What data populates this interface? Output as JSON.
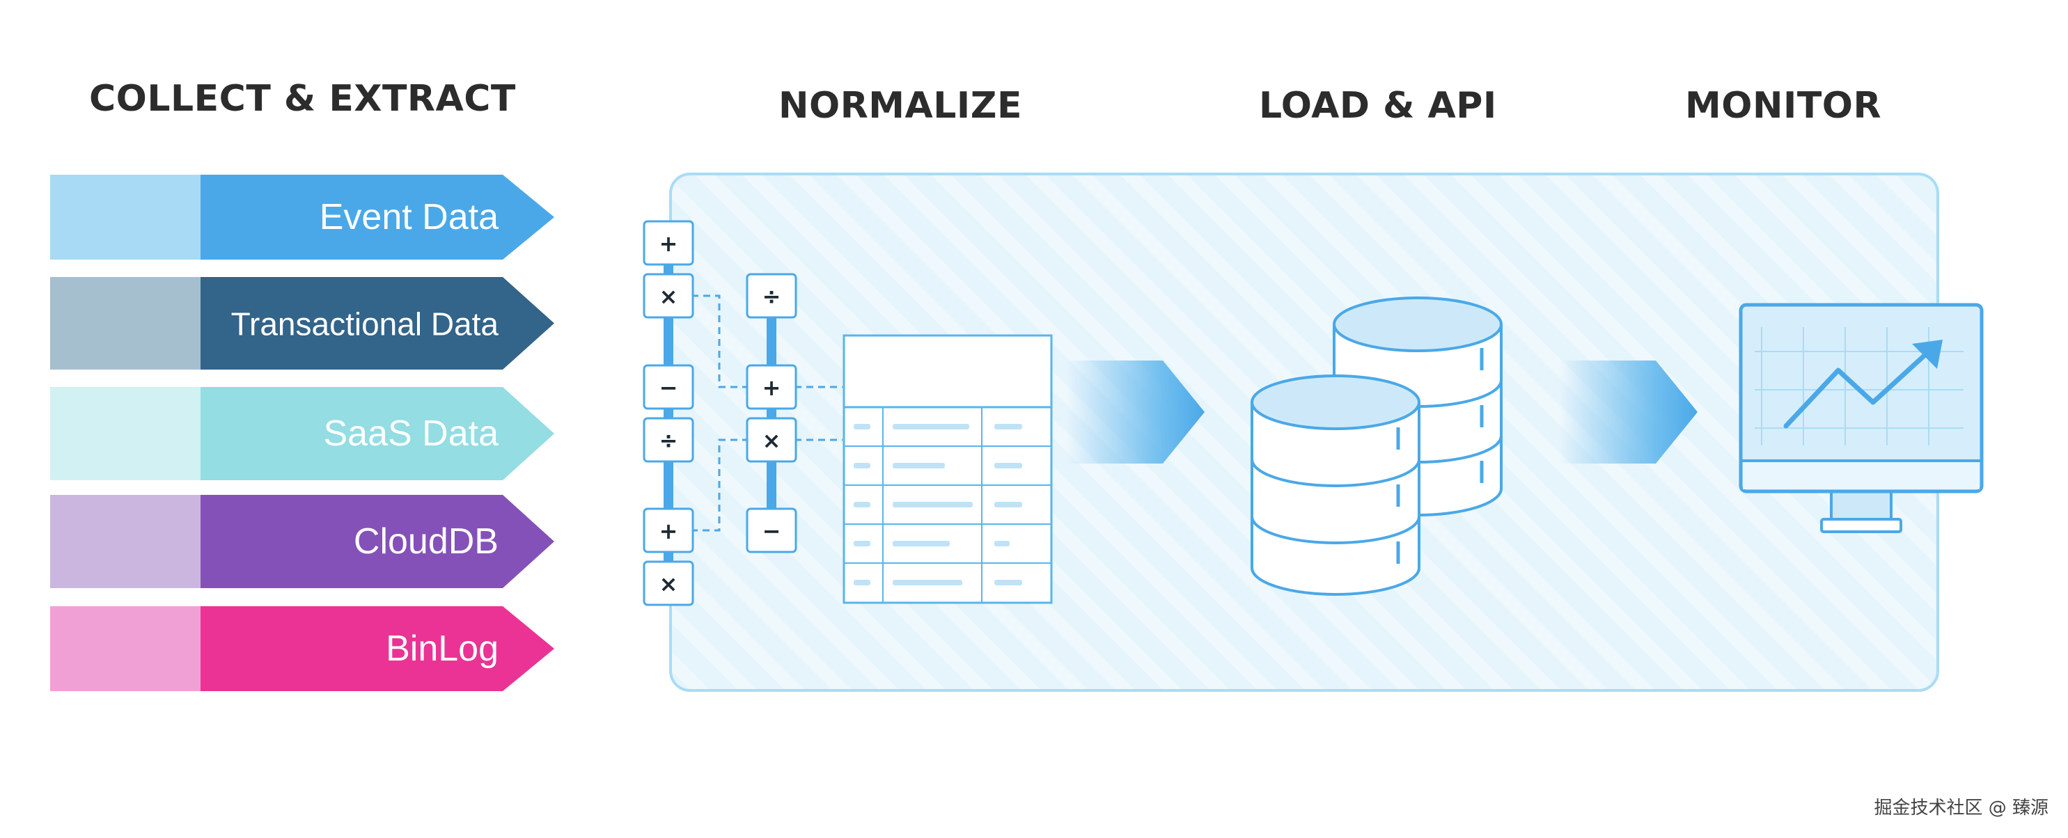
{
  "stages": {
    "collect": "COLLECT & EXTRACT",
    "normalize": "NORMALIZE",
    "load": "LOAD & API",
    "monitor": "MONITOR"
  },
  "sources": [
    {
      "label": "Event Data",
      "color": "#4aa8e8",
      "light_color": "#a8daf5"
    },
    {
      "label": "Transactional  Data",
      "color": "#33648a",
      "light_color": "#a6bfcf"
    },
    {
      "label": "SaaS Data",
      "color": "#93dde3",
      "light_color": "#d2f1f2"
    },
    {
      "label": "CloudDB",
      "color": "#8451b8",
      "light_color": "#cbb6e0"
    },
    {
      "label": "BinLog",
      "color": "#ea3394",
      "light_color": "#f1a0d6"
    }
  ],
  "operators": {
    "column_a": [
      "+",
      "×",
      "−",
      "÷",
      "+",
      "×"
    ],
    "column_b": [
      "÷",
      "+",
      "×",
      "−"
    ]
  },
  "watermark": "掘金技术社区 @ 臻源"
}
